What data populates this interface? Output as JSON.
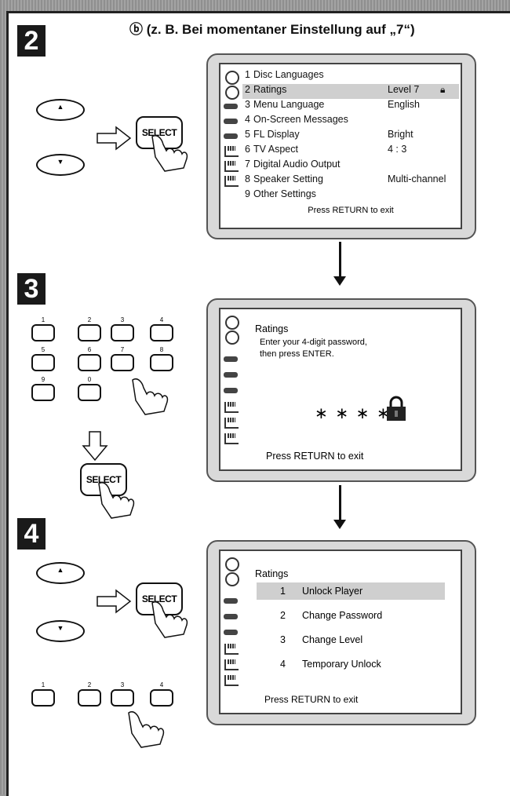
{
  "caption": "ⓑ (z. B. Bei momentaner Einstellung auf „7“)",
  "steps": [
    "2",
    "3",
    "4"
  ],
  "select_label": "SELECT",
  "numkeys_top": [
    "1",
    "2",
    "3",
    "4"
  ],
  "numkeys_mid": [
    "5",
    "6",
    "7",
    "8"
  ],
  "numkeys_bot": [
    "9",
    "0"
  ],
  "screen1": {
    "rows": [
      {
        "num": "1",
        "label": "Disc Languages",
        "value": ""
      },
      {
        "num": "2",
        "label": "Ratings",
        "value": "Level  7"
      },
      {
        "num": "3",
        "label": "Menu Language",
        "value": "English"
      },
      {
        "num": "4",
        "label": "On-Screen Messages",
        "value": ""
      },
      {
        "num": "5",
        "label": "FL Display",
        "value": "Bright"
      },
      {
        "num": "6",
        "label": "TV Aspect",
        "value": "4 : 3"
      },
      {
        "num": "7",
        "label": "Digital Audio Output",
        "value": ""
      },
      {
        "num": "8",
        "label": "Speaker Setting",
        "value": "Multi-channel"
      },
      {
        "num": "9",
        "label": "Other Settings",
        "value": ""
      }
    ],
    "footer": "Press RETURN to exit"
  },
  "screen2": {
    "title": "Ratings",
    "prompt1": "Enter your 4-digit password,",
    "prompt2": "then press ENTER.",
    "password": "∗ ∗ ∗ ∗",
    "footer": "Press RETURN to exit"
  },
  "screen3": {
    "title": "Ratings",
    "options": [
      {
        "num": "1",
        "label": "Unlock Player"
      },
      {
        "num": "2",
        "label": "Change Password"
      },
      {
        "num": "3",
        "label": "Change Level"
      },
      {
        "num": "4",
        "label": "Temporary Unlock"
      }
    ],
    "footer": "Press RETURN to exit"
  }
}
